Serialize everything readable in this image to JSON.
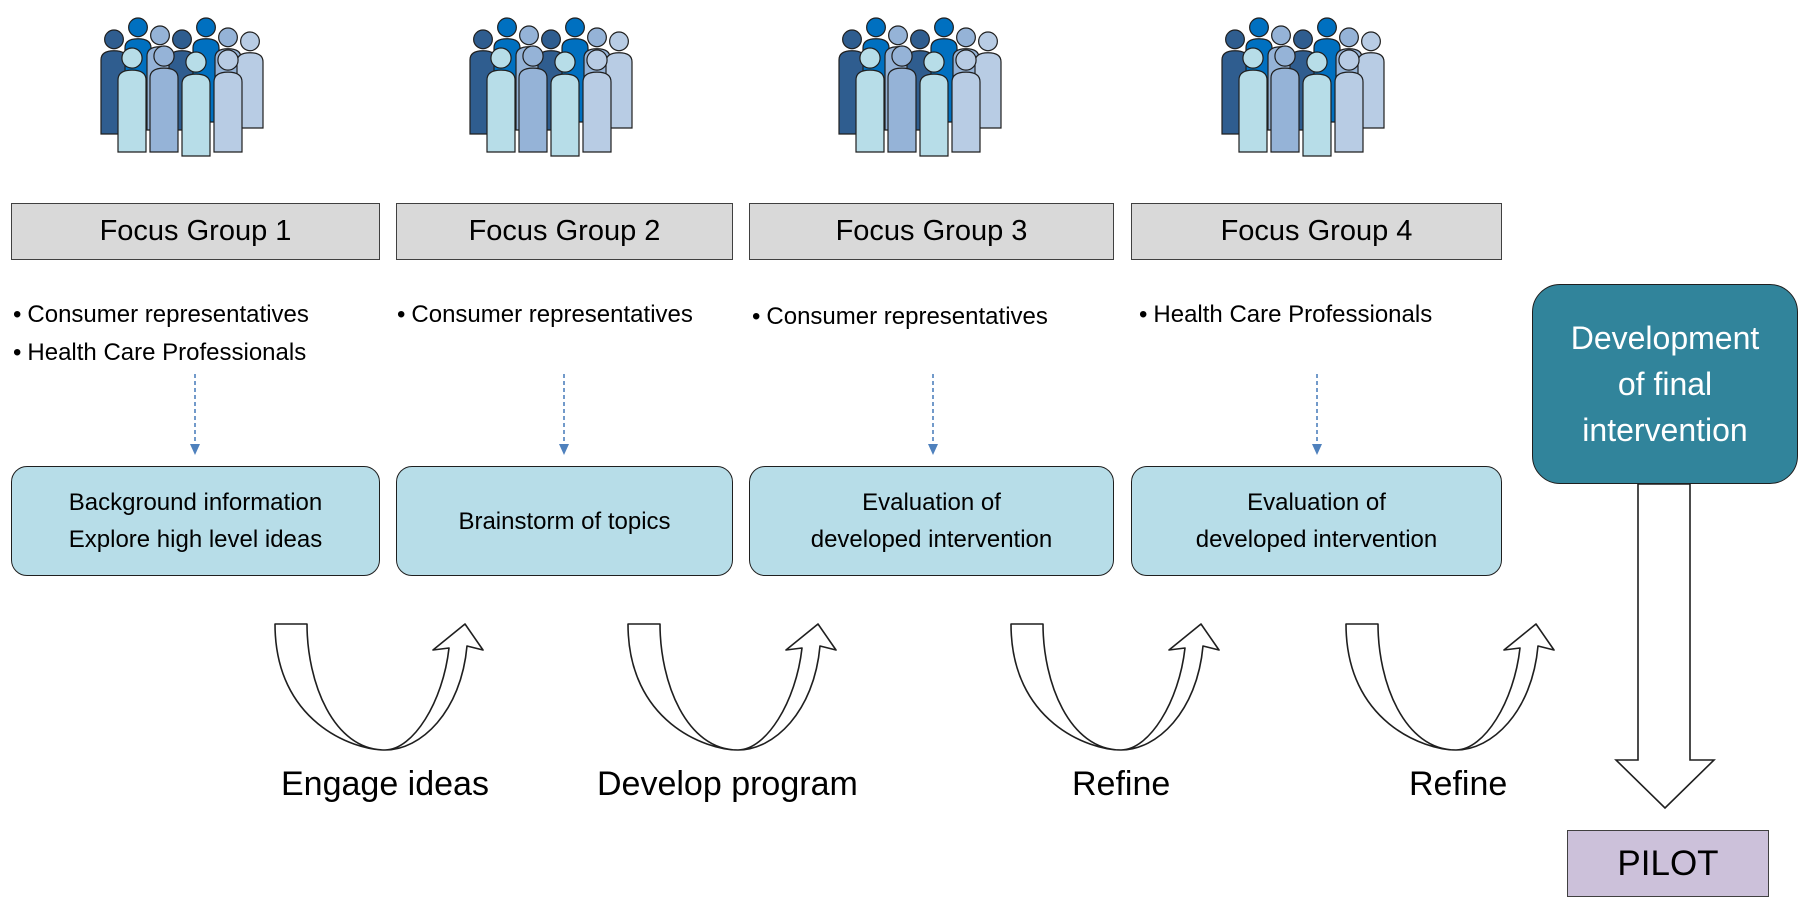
{
  "focus_groups": [
    {
      "title": "Focus Group 1",
      "participants": [
        "Consumer representatives",
        "Health Care Professionals"
      ],
      "activity": [
        "Background information",
        "Explore high level ideas"
      ]
    },
    {
      "title": "Focus Group 2",
      "participants": [
        "Consumer representatives"
      ],
      "activity": [
        "Brainstorm of topics"
      ]
    },
    {
      "title": "Focus Group 3",
      "participants": [
        "Consumer representatives"
      ],
      "activity": [
        "Evaluation of",
        "developed intervention"
      ]
    },
    {
      "title": "Focus Group 4",
      "participants": [
        "Health Care Professionals"
      ],
      "activity": [
        "Evaluation of",
        "developed intervention"
      ]
    }
  ],
  "transitions": [
    "Engage ideas",
    "Develop program",
    "Refine",
    "Refine"
  ],
  "final": {
    "lines": [
      "Development",
      "of final",
      "intervention"
    ]
  },
  "pilot": "PILOT",
  "colors": {
    "header_fill": "#d9d9d9",
    "activity_fill": "#b7dde8",
    "final_fill": "#31849b",
    "pilot_fill": "#ccc1da",
    "dash_arrow": "#4f81bd",
    "people_palette": [
      "#2f5d8f",
      "#0070c0",
      "#95b3d7",
      "#b7dde8",
      "#b8cce4"
    ]
  },
  "icons": {
    "people": "people-group-icon",
    "flow": "curved-u-arrow-icon",
    "down": "down-arrow-icon"
  }
}
